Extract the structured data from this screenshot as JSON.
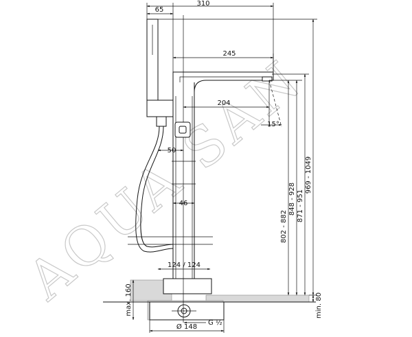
{
  "watermark": "AQUA SAN",
  "dimensions": {
    "d310": "310",
    "d65": "65",
    "d245": "245",
    "d204": "204",
    "angle15": "15°",
    "d50": "50",
    "d46": "46",
    "d124": "124 / 124",
    "d148": "Ø 148",
    "g12": "G ½",
    "max160": "max. 160",
    "min80": "min. 80",
    "h1": "802 - 882",
    "h2": "848 - 928",
    "h3": "871 - 951",
    "h4": "969 - 1049"
  }
}
